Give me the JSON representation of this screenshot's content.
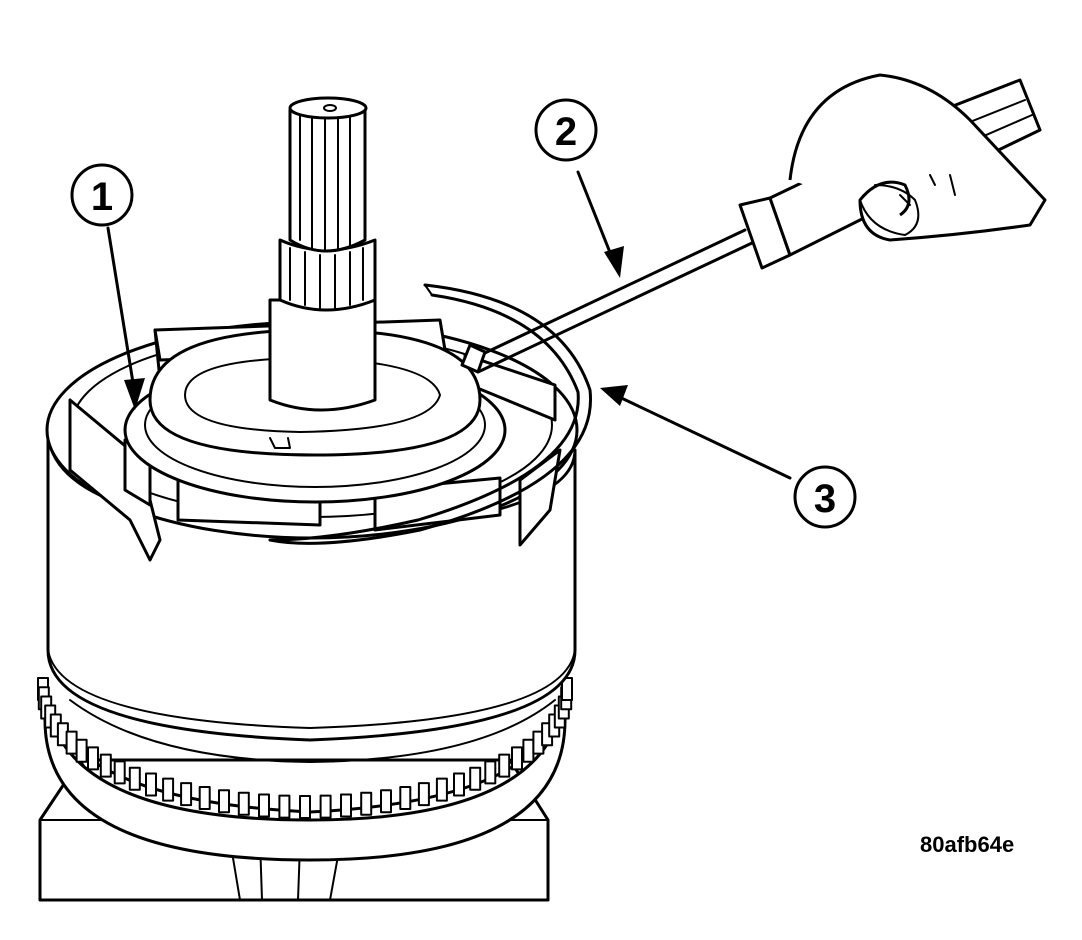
{
  "callouts": [
    {
      "number": "1"
    },
    {
      "number": "2"
    },
    {
      "number": "3"
    }
  ],
  "figure_id": "80afb64e",
  "colors": {
    "ink": "#000000",
    "paper": "#ffffff"
  }
}
